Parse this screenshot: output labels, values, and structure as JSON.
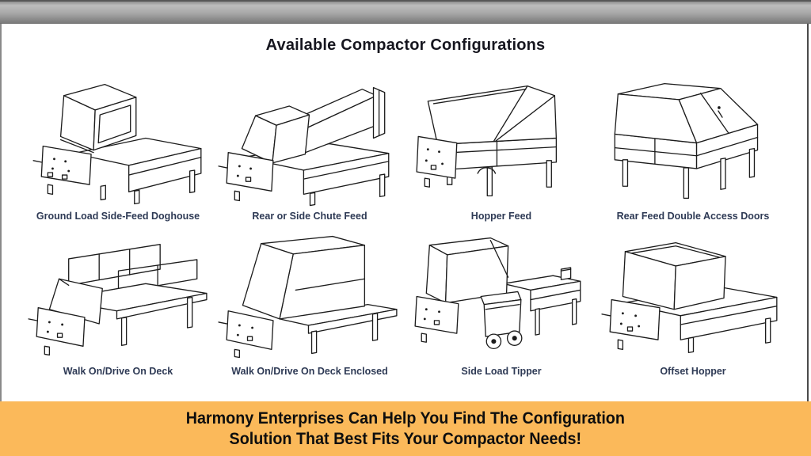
{
  "page": {
    "title": "Available Compactor Configurations",
    "banner": {
      "line1": "Harmony Enterprises Can Help You Find The Configuration",
      "line2": "Solution That Best Fits Your Compactor Needs!"
    },
    "colors": {
      "banner_bg": "#FBB95A",
      "banner_text": "#0E0E0E",
      "title_color": "#16161F",
      "label_color": "#2E3A55",
      "line_art": "#1C1C1C"
    }
  },
  "configurations": [
    {
      "label": "Ground Load Side-Feed Doghouse",
      "drawing": "ground-load-side-feed-doghouse"
    },
    {
      "label": "Rear or Side Chute Feed",
      "drawing": "rear-or-side-chute-feed"
    },
    {
      "label": "Hopper Feed",
      "drawing": "hopper-feed"
    },
    {
      "label": "Rear Feed Double Access Doors",
      "drawing": "rear-feed-double-access-doors"
    },
    {
      "label": "Walk On/Drive On Deck",
      "drawing": "walk-on-drive-on-deck"
    },
    {
      "label": "Walk On/Drive On Deck Enclosed",
      "drawing": "walk-on-drive-on-deck-enclosed"
    },
    {
      "label": "Side Load Tipper",
      "drawing": "side-load-tipper"
    },
    {
      "label": "Offset Hopper",
      "drawing": "offset-hopper"
    }
  ]
}
